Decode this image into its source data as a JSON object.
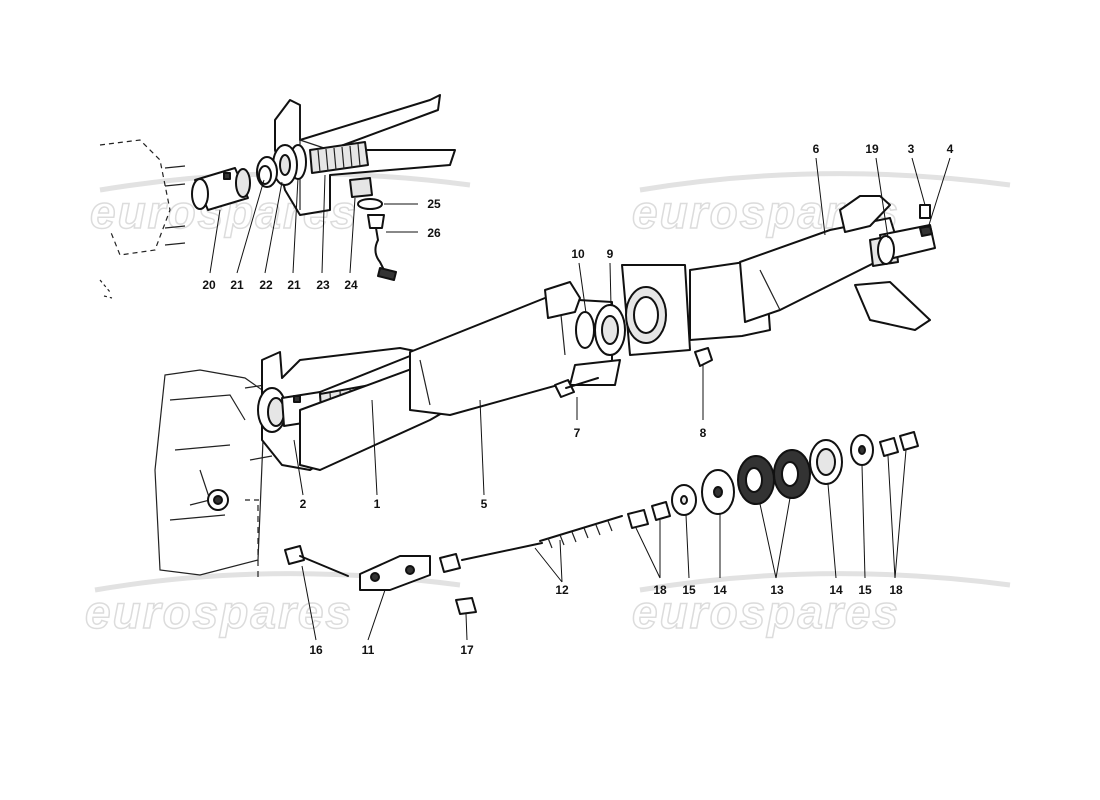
{
  "watermark": "eurospares",
  "callouts": {
    "c1": "1",
    "c2": "2",
    "c3": "3",
    "c4": "4",
    "c5": "5",
    "c6": "6",
    "c7": "7",
    "c8": "8",
    "c9": "9",
    "c10": "10",
    "c11": "11",
    "c12": "12",
    "c13": "13",
    "c14a": "14",
    "c14b": "14",
    "c15a": "15",
    "c15b": "15",
    "c16": "16",
    "c17": "17",
    "c18a": "18",
    "c18b": "18",
    "c19": "19",
    "c20": "20",
    "c21a": "21",
    "c21b": "21",
    "c22": "22",
    "c23": "23",
    "c24": "24",
    "c25": "25",
    "c26": "26"
  }
}
